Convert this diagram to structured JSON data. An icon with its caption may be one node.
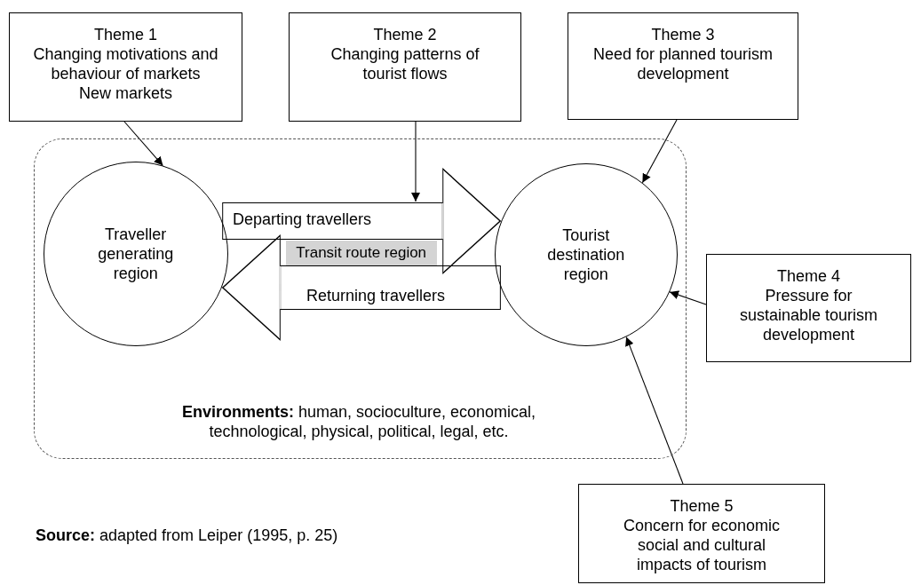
{
  "diagram": {
    "nodes": [
      {
        "text": [
          "**Environments:** human, socioculture, economical, technological, physical, political, legal, etc."
        ]
      },
      {
        "text": [
          "Theme 1",
          "Changing motivations and behaviour of markets",
          "New markets"
        ]
      },
      {
        "text": [
          "Theme 2",
          "Changing patterns of tourist flows"
        ]
      },
      {
        "text": [
          "Theme 3",
          "Need for planned tourism development"
        ]
      },
      {
        "text": [
          "Traveller generating region"
        ],
        "in": 0
      },
      {
        "text": [
          "Tourist destination region"
        ],
        "in": 0
      },
      {
        "text": [
          "Transit route region"
        ],
        "in": 0
      },
      {
        "text": [
          "Theme 4",
          "Pressure for sustainable tourism development"
        ]
      },
      {
        "text": [
          "Theme 5",
          "Concern for economic social and cultural impacts of tourism"
        ]
      }
    ],
    "edges": [
      {
        "from": 1,
        "to": 4,
        "arrow": "to"
      },
      {
        "from": 2,
        "to": null,
        "arrow": "to"
      },
      {
        "from": 3,
        "to": 5,
        "arrow": "to"
      },
      {
        "from": 4,
        "to": 5,
        "arrow": "to",
        "label": "Departing travellers",
        "style": "thick"
      },
      {
        "from": 5,
        "to": 4,
        "arrow": "to",
        "label": "Returning travellers",
        "style": "thick"
      },
      {
        "from": 7,
        "to": 5,
        "arrow": "to"
      },
      {
        "from": 8,
        "to": 5,
        "arrow": "to"
      }
    ],
    "labels": [
      "**Source:** adapted from Leiper (1995, p. 25)"
    ]
  }
}
